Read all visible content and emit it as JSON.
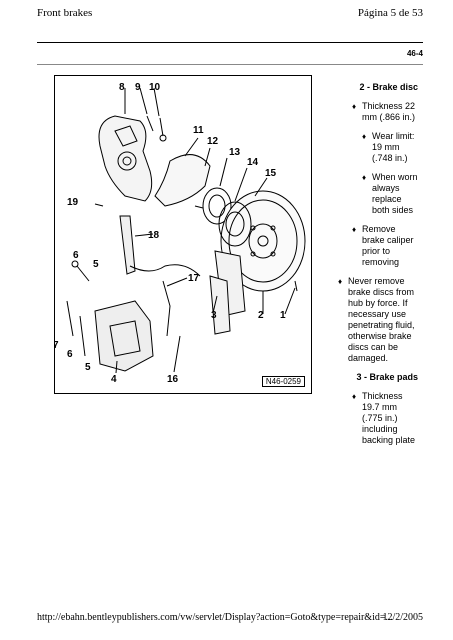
{
  "header": {
    "left": "Front brakes",
    "right": "Página 5 de 53"
  },
  "page_id": "46-4",
  "diagram": {
    "figure_ref": "N46-0259",
    "callouts": [
      "1",
      "2",
      "3",
      "4",
      "5",
      "6",
      "7",
      "8",
      "9",
      "10",
      "11",
      "12",
      "13",
      "14",
      "15",
      "16",
      "17",
      "18",
      "19",
      "5",
      "6"
    ]
  },
  "content": {
    "item2_title": "2 - Brake disc",
    "item2_b1": "Thickness 22 mm (.866 in.)",
    "item2_b1a": "Wear limit: 19 mm (.748 in.)",
    "item2_b1b": "When worn always replace both sides",
    "item2_b2": "Remove brake caliper prior to removing",
    "item2_b3": "Never remove brake discs from hub by force. If necessary use penetrating fluid, otherwise brake discs can be damaged.",
    "item3_title": "3 - Brake pads",
    "item3_b1": "Thickness 19.7 mm (.775 in.) including backing plate",
    "bullet_symbol": "♦"
  },
  "footer": {
    "url": "http://ebahn.bentleypublishers.com/vw/servlet/Display?action=Goto&type=repair&id=...",
    "date": "12/2/2005"
  }
}
